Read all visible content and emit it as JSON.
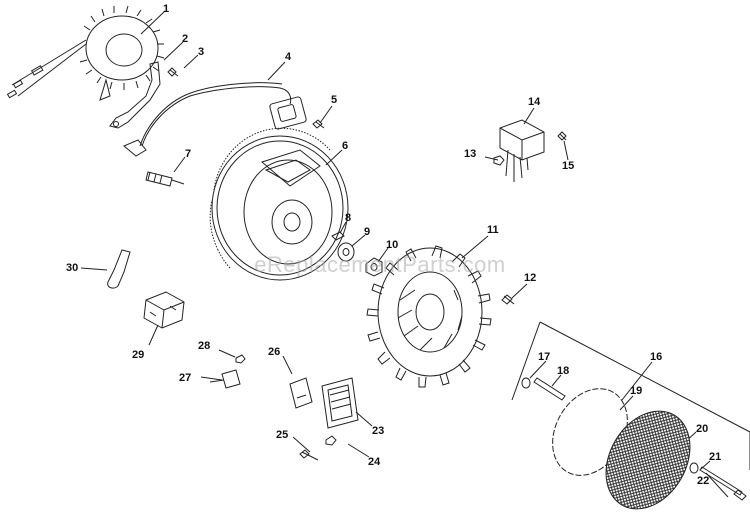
{
  "watermark": "eReplacementParts.com",
  "callouts": [
    "1",
    "2",
    "3",
    "4",
    "5",
    "6",
    "7",
    "8",
    "9",
    "10",
    "11",
    "12",
    "13",
    "14",
    "15",
    "16",
    "17",
    "18",
    "19",
    "20",
    "21",
    "22",
    "23",
    "24",
    "25",
    "26",
    "27",
    "28",
    "29",
    "30"
  ],
  "colors": {
    "line": "#222222",
    "mesh": "#333333",
    "text": "#111111"
  }
}
